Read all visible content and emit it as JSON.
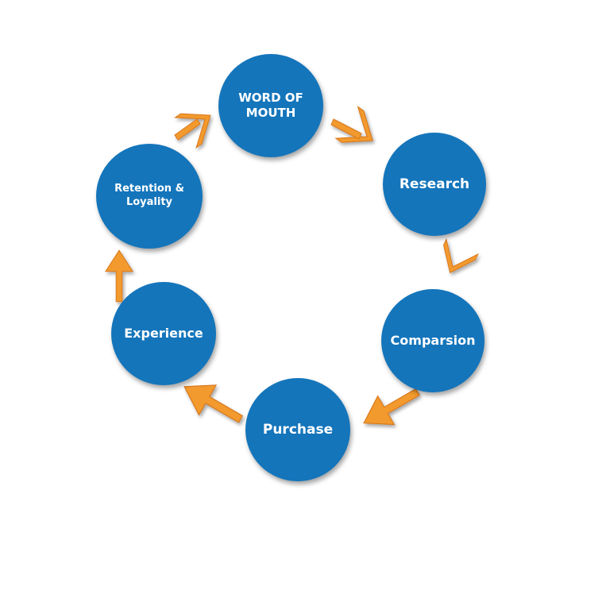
{
  "diagram": {
    "nodes": [
      {
        "id": "word-of-mouth",
        "label": "WORD OF MOUTH"
      },
      {
        "id": "research",
        "label": "Research"
      },
      {
        "id": "comparison",
        "label": "Comparsion"
      },
      {
        "id": "purchase",
        "label": "Purchase"
      },
      {
        "id": "experience",
        "label": "Experience"
      },
      {
        "id": "retention",
        "label": "Retention & Loyality"
      }
    ],
    "edges": [
      {
        "from": "word-of-mouth",
        "to": "research"
      },
      {
        "from": "research",
        "to": "comparison"
      },
      {
        "from": "comparison",
        "to": "purchase"
      },
      {
        "from": "purchase",
        "to": "experience"
      },
      {
        "from": "experience",
        "to": "retention"
      },
      {
        "from": "retention",
        "to": "word-of-mouth"
      }
    ]
  },
  "colors": {
    "node_fill": "#1475bb",
    "node_text": "#ffffff",
    "arrow_fill": "#f29a2e"
  }
}
